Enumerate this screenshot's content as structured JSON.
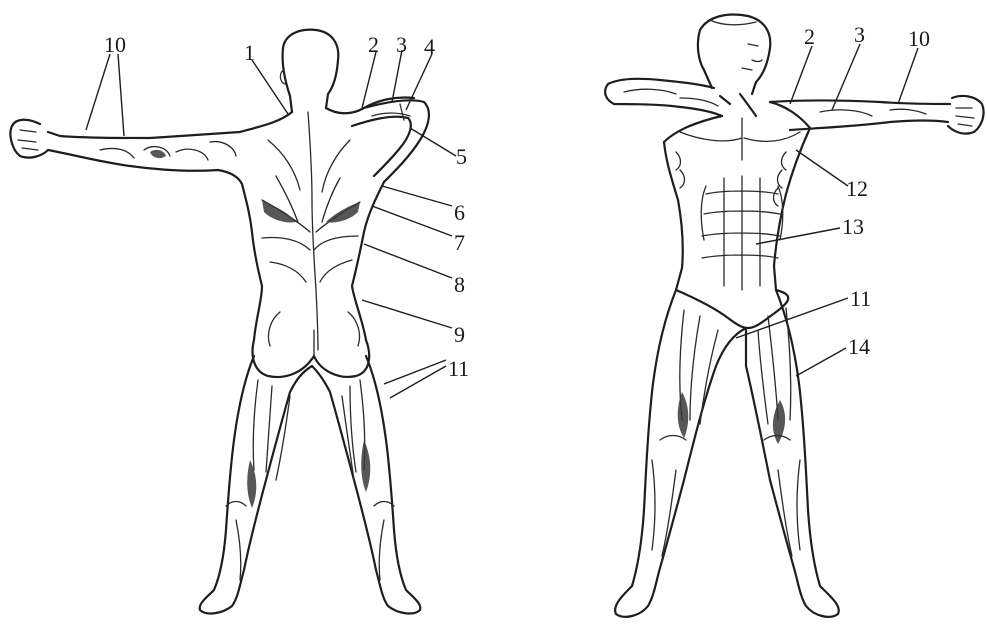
{
  "figures": [
    {
      "view": "back",
      "labels": [
        {
          "id": "b1",
          "text": "1"
        },
        {
          "id": "b2",
          "text": "2"
        },
        {
          "id": "b3",
          "text": "3"
        },
        {
          "id": "b4",
          "text": "4"
        },
        {
          "id": "b5",
          "text": "5"
        },
        {
          "id": "b6",
          "text": "6"
        },
        {
          "id": "b7",
          "text": "7"
        },
        {
          "id": "b8",
          "text": "8"
        },
        {
          "id": "b9",
          "text": "9"
        },
        {
          "id": "b10",
          "text": "10"
        },
        {
          "id": "b11",
          "text": "11"
        }
      ]
    },
    {
      "view": "front",
      "labels": [
        {
          "id": "f2",
          "text": "2"
        },
        {
          "id": "f3",
          "text": "3"
        },
        {
          "id": "f10",
          "text": "10"
        },
        {
          "id": "f11",
          "text": "11"
        },
        {
          "id": "f12",
          "text": "12"
        },
        {
          "id": "f13",
          "text": "13"
        },
        {
          "id": "f14",
          "text": "14"
        }
      ]
    }
  ]
}
